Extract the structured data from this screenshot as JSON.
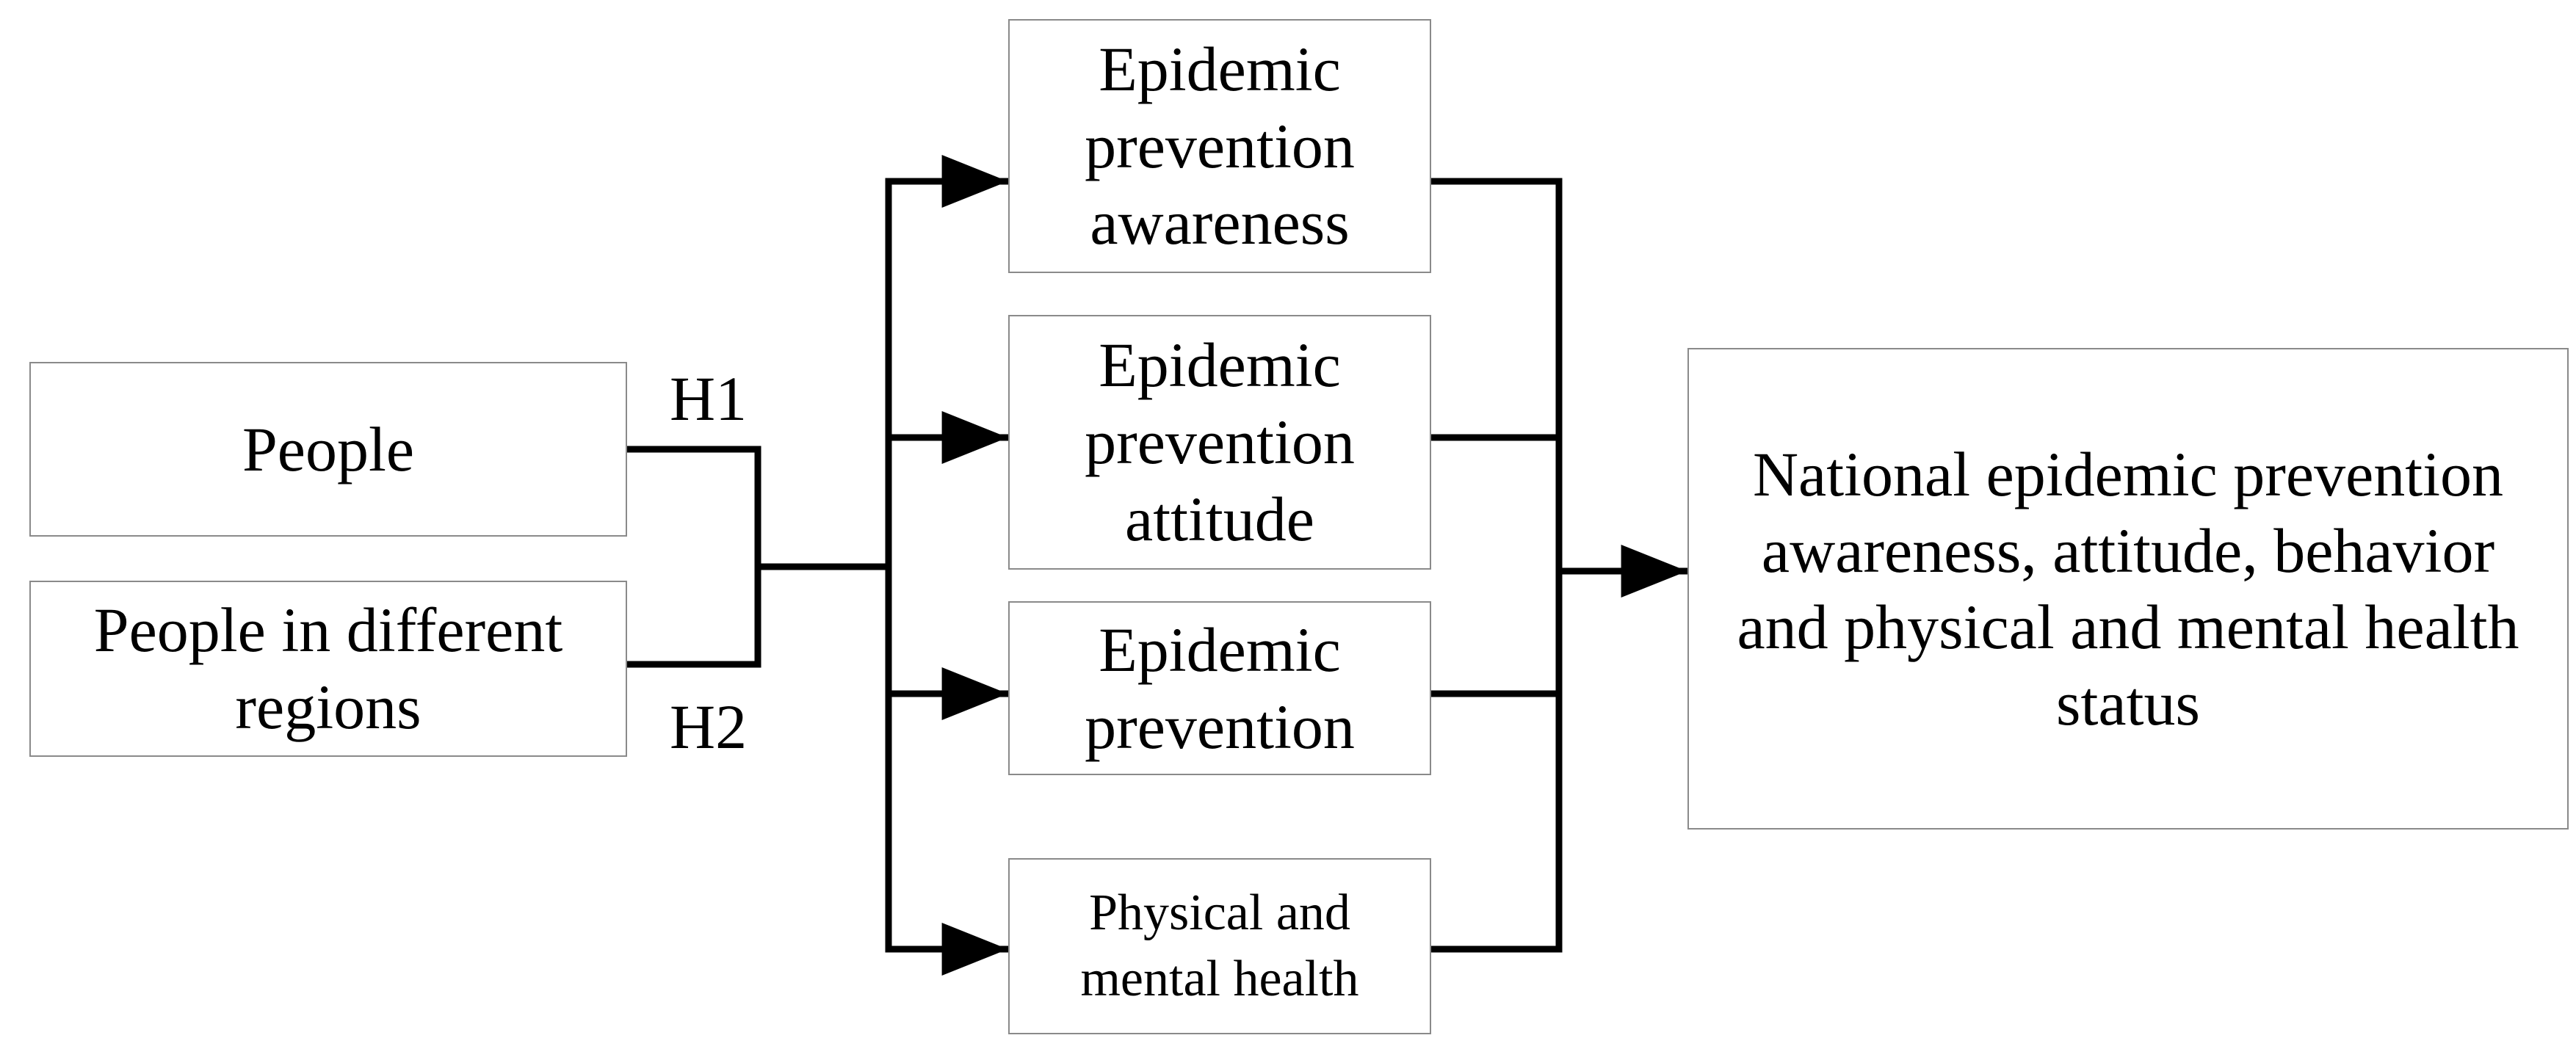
{
  "nodes": {
    "people": "People",
    "regions": "People in different\nregions",
    "awareness": "Epidemic\nprevention\nawareness",
    "attitude": "Epidemic\nprevention\nattitude",
    "prevention": "Epidemic\nprevention",
    "health": "Physical and\nmental health",
    "outcome": "National epidemic prevention\nawareness, attitude, behavior\nand physical and mental health\nstatus"
  },
  "labels": {
    "h1": "H1",
    "h2": "H2"
  }
}
